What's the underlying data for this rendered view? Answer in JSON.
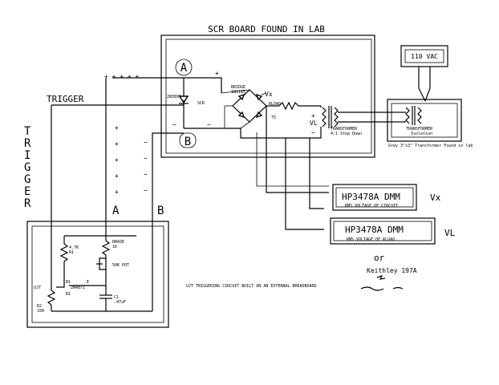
{
  "title": "SCR BOARD FOUND IN LAB",
  "labels": {
    "trigger_h": "TRIGGER",
    "trigger_v": [
      "T",
      "R",
      "I",
      "G",
      "G",
      "E",
      "R"
    ],
    "node_a": "A",
    "node_b": "B",
    "node_a2": "A",
    "node_b2": "B",
    "plus": "+",
    "minus": "−",
    "plus_row_top": "+ + + + +"
  },
  "components": {
    "scr_part": "2N3895",
    "scr_name": "SCR",
    "bridge_name": "BRIDGE",
    "bridge_part": "1N1185",
    "rload": "RLOAD",
    "rload_val": "75",
    "vx_label": "Vx",
    "vl_label": "VL",
    "xfmr_label": "TRANSFORMER",
    "xfmr_sub": "4:1 Step Down",
    "iso_label": "TRANSFORMER",
    "iso_sub": "Isolation",
    "iso_caption": "Grey 3\"x3\" Transformer Found in lab",
    "ac_source": "110 VAC",
    "r1_val": "4.7K",
    "r1_name": "R1",
    "rbase_name": "RBASE",
    "rbase_val": "1K",
    "pot": "50K POT",
    "ujt_label": "UJT",
    "ujt_part": "2N4871",
    "ujt_b1": "B1",
    "ujt_e": "E",
    "r2_name": "R2",
    "r2_val": "100",
    "c1_name": "C1",
    "c1_val": ".47uF",
    "breadboard_note": "UJT TRIGGERING CIRCUIT BUILT ON AN EXTERNAL BREADBOARD"
  },
  "meters": [
    {
      "model": "HP3478A DMM",
      "desc": "RMS VOLTAGE OF CIRCUIT",
      "tag": "Vx"
    },
    {
      "model": "HP3478A DMM",
      "desc": "RMS VOLTAGE OF RLOAD",
      "tag": "VL"
    }
  ],
  "handwritten": {
    "or": "or",
    "keithley": "Keithley 197A"
  }
}
